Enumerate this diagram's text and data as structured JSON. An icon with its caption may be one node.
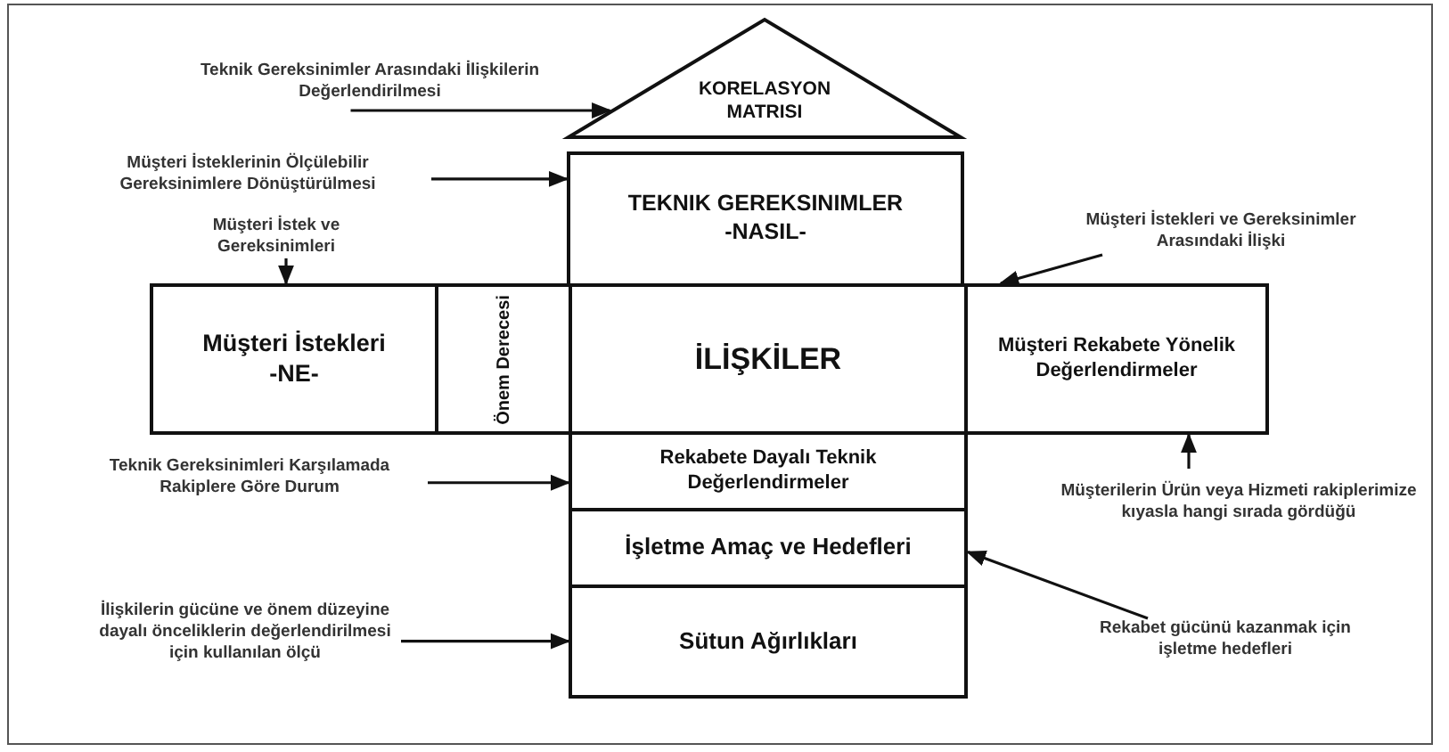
{
  "diagram": {
    "nodes": [
      {
        "text": [
          "Teknik Gereksinimler Arasındaki İlişkilerin Değerlendirilmesi"
        ]
      },
      {
        "text": [
          "KORELASYON MATRISI"
        ]
      },
      {
        "text": [
          "Müşteri İsteklerinin Ölçülebilir Gereksinimlere Dönüştürülmesi"
        ]
      },
      {
        "text": [
          "TEKNIK GEREKSINIMLER",
          "-NASIL-"
        ]
      },
      {
        "text": [
          "Müşteri İstek ve Gereksinimleri"
        ]
      },
      {
        "text": [
          "Müşteri İstekleri ve Gereksinimler Arasındaki İlişki"
        ]
      },
      {
        "text": [
          "Müşteri İstekleri",
          "-NE-"
        ]
      },
      {
        "text": [
          "Önem Derecesi"
        ]
      },
      {
        "text": [
          "İLİŞKİLER"
        ]
      },
      {
        "text": [
          "Müşteri Rekabete Yönelik Değerlendirmeler"
        ]
      },
      {
        "text": [
          "Teknik Gereksinimleri Karşılamada Rakiplere Göre Durum"
        ]
      },
      {
        "text": [
          "Rekabete Dayalı Teknik Değerlendirmeler"
        ]
      },
      {
        "text": [
          "Müşterilerin Ürün veya Hizmeti rakiplerimize kıyasla hangi sırada gördüğü"
        ]
      },
      {
        "text": [
          "İşletme Amaç ve Hedefleri"
        ]
      },
      {
        "text": [
          "İlişkilerin gücüne ve önem düzeyine dayalı önceliklerin değerlendirilmesi için kullanılan ölçü"
        ]
      },
      {
        "text": [
          "Rekabet gücünü kazanmak için işletme hedefleri"
        ]
      },
      {
        "text": [
          "Sütun Ağırlıkları"
        ]
      }
    ],
    "edges": [
      {
        "from": 0,
        "to": 1,
        "arrow": "to"
      },
      {
        "from": 2,
        "to": 3,
        "arrow": "to"
      },
      {
        "from": 4,
        "to": 6,
        "arrow": "to"
      },
      {
        "from": 5,
        "to": 9,
        "arrow": "to"
      },
      {
        "from": 10,
        "to": 11,
        "arrow": "to"
      },
      {
        "from": 12,
        "to": 9,
        "arrow": "to"
      },
      {
        "from": 15,
        "to": 13,
        "arrow": "to"
      },
      {
        "from": 14,
        "to": 16,
        "arrow": "to"
      }
    ]
  }
}
